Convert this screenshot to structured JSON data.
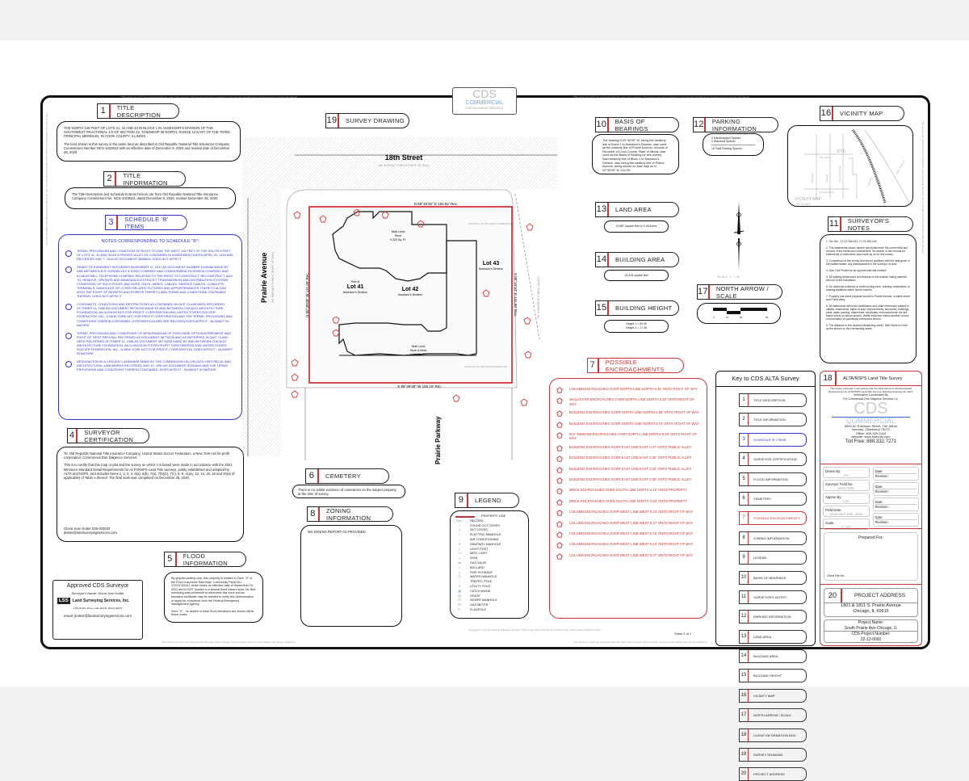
{
  "colors": {
    "accent_red": "#cc3333",
    "schedule_blue": "#3333cc",
    "frame": "#111111"
  },
  "logo": {
    "text": "CDS",
    "sub": "COMMERCIAL",
    "tag": "DUE DILIGENCE SERVICES"
  },
  "fine_print_top": "This survey is void if not embossed with the seal of the surveyor. This survey has been prepared for Commercial Due Diligence Services and is not to be reproduced.",
  "fine_print_bottom": "This survey is void if not embossed with the seal of the surveyor. Survey shown hereon is only valid for the parties certified to.",
  "side_note": "The survey was conducted and prepared by Land Surveying Services, Inc. on behalf of Commercial Due Diligence Services.",
  "s1": {
    "num": "1",
    "title": "TITLE DESCRIPTION",
    "text": "THE NORTH 126 FEET OF LOTS 41, 42 AND 43 IN BLOCK 1 IN ASSESSOR'S DIVISION OF THE SOUTHWEST FRACTIONAL 1/4 OF SECTION 22, TOWNSHIP 39 NORTH, RANGE 14 EAST OF THE THIRD PRINCIPAL MERIDIAN, IN COOK COUNTY, ILLINOIS.",
    "text2": "The land shown in this survey is the same land as described in Old Republic National Title Insurance Company Commitment Number NCS-1023612 with an effective date of December 9, 2020 and revised date of December 28, 2020."
  },
  "s2": {
    "num": "2",
    "title": "TITLE INFORMATION",
    "text": "The Title Description and Schedule B items hereon are from Old Republic National Title Insurance Company Commitment No. NCS-1023612, dated December 9, 2020, revised December 28, 2020."
  },
  "s3": {
    "num": "3",
    "title": "SCHEDULE 'B' ITEMS",
    "heading": "NOTES CORRESPONDING TO SCHEDULE \"B\":",
    "items": [
      "TERMS, PROVISIONS AND CONDITION OF RIGHT TO USE THE WEST 115 FEET OF THE SOUTH 8 FEET OF LOTS 41, 42 AND 43 AS A PRIVATE ALLEY AS CONTAINED IN AGREEMENT DATED APRIL 20, 1916 AND RECORDED MAY 7, 1916 AS DOCUMENT 5858616. DOES NOT AFFECT",
      "GRANT OF EASEMENT RECORDED NOVEMBER 12, 1917 AS DOCUMENT NUMBER 6196286 MADE BY AND BETWEEN R.R. DONNELLEY & SONS COMPANY AND COMMONWEALTH EDISON COMPANY AND ILLINOIS BELL TELEPHONE COMPANY RELATING TO THE RIGHT TO CONSTRUCT, RECONSTRUCT, ADD TO, REMOVE, OPERATE AND MAINTAIN ELECTRICITY TRANSMISSION AND DISTRIBUTION SYSTEMS CONSISTING OF SUCH POLES, ANCHORS, GUYS, WIRES, CABLES, SERVICE CABLES, CONDUITS, TERMINALS, MANHOLES OR OTHER RELATED FIXTURES AND APPURTENANCES THERETO ALONG WITH THE RIGHT OF INGRESS AND EGRESS THERETO AND TERMS AND CONDITIONS CONTAINED THEREIN. DOES NOT AFFECT",
      "COVENANTS, CONDITIONS AND RESTRICTIONS AS CONTAINED IN QUIT CLAIM DEED RECORDED OCTOBER 11, 1996 AS DOCUMENT 96776225 MADE BY AND BETWEEN CHICAGO ARCHITECTURE FOUNDATION, AN ILLINOIS NOT-FOR-PROFIT CORPORATION AND UNITED STATES SOCCER FEDERATION, INC., A NEW YORK NOT-FOR-PROFIT CORPORATION AND THE TERMS, PROVISIONS AND CONDITIONS THEREIN CONTAINED. (FOR PARTICULARS SEE RECORD) DOES AFFECT - BLANKET IN NATURE",
      "TERMS, PROVISIONS AND CONDITIONS OF MEMORANDUM OF PURCHASE OPTION AGREEMENT AND RIGHT OF FIRST REFUSAL RECORDED AS DOCUMENT 96776226 AND AS REFERRED IN QUIT CLAIM DEED RECORDED OCTOBER 11, 1996 AS DOCUMENT 96776225 MADE BY AND BETWEEN CHICAGO ARCHITECTURE FOUNDATION, AN ILLINOIS NOT-FOR-PROFIT CORPORATION AND UNITED STATES SOCCER FEDERATION, INC., A NEW YORK NOT-FOR-PROFIT CORPORATION. DOES AFFECT - BLANKET IN NATURE",
      "DESIGNATION AS A CHICAGO LANDMARK MADE BY THE COMMISSION ON CHICAGO HISTORICAL AND ARCHITECTURAL LANDMARKS RECORDED MAY 10, 1990 AS DOCUMENT 90216643 AND THE TERMS, PROVISIONS AND CONDITIONS THEREIN CONTAINED. DOES AFFECT - BLANKET IN NATURE"
    ]
  },
  "s4": {
    "num": "4",
    "title": "SURVEYOR CERTIFICATION",
    "addressees": "To: Old Republic National Title Insurance Company; United States Soccer Federation, a New York not-for-profit corporation; Commercial Due Diligence Services:",
    "text": "This is to certify that this map or plat and the survey on which it is based were made in accordance with the 2021 Minimum Standard Detail Requirements for ALTA/NSPS Land Title Surveys, jointly established and adopted by ALTA and NSPS, and includes Items 1, 2, 3, 4, 6(a), 6(b), 7(a), 7(b)(1), 7(c), 8, 9, 11(a), 13, 14, 16, 18 and 20(a) (if applicable) of Table A thereof. The field work was completed on December 29, 2020.",
    "signer": "Gloria Jean Kotter 035-003033",
    "email": "jkotter@landsurveyingservices.com"
  },
  "s5": {
    "num": "5",
    "title": "FLOOD INFORMATION",
    "text": "By graphic plotting only, this property is located in Zone \"X\" of the Flood Insurance Rate Map, Community Panel No. 17031C0510J, which bears an effective date of September 10, 2021 and is NOT located in a special flood hazard area. No field surveying was performed to determine this zone and an elevation certificate may be needed to verify this determination or apply for a variance from the Federal Emergency Management Agency.",
    "zone_note": "Zone \"X\" - no depths or base flood elevations are shown within these zones."
  },
  "approved": {
    "title": "Approved CDS Surveyor",
    "surveyor": "Surveyor's Name: Gloria Jean Kotter",
    "company": "Land Surveying Services, Inc.",
    "logo": "LSS",
    "address": "1751 Rettler Drive, Lake Zurich, Illinois 60047",
    "email": "email: jkotter@landsurveyingservices.com"
  },
  "s6": {
    "num": "6",
    "title": "CEMETERY",
    "text": "There is no visible evidence of cemeteries on the subject property at the time of survey."
  },
  "s7": {
    "num": "7",
    "title": "POSSIBLE ENCROACHMENTS",
    "items": [
      "COLUMN ENCROACHES OVER NORTH LINE NORTH 0.46' ONTO RIGHT OF WAY",
      "WALL/STAIR ENCROACHES OVER NORTH LINE NORTH 0.50' ONTO RIGHT OF WAY",
      "BUILDING ENCROACHES OVER NORTH LINE NORTH 0.80' ONTO RIGHT OF WAY",
      "BUILDING ENCROACHES OVER NORTH LINE NORTH 0.74' ONTO RIGHT OF WAY",
      "BAY WINDOW ENCROACHES OVER NORTH LINE NORTH 0.43' ONTO RIGHT OF WAY",
      "BUILDING ENCROACHES OVER EAST LINE EAST 0.47' ONTO PUBLIC ALLEY",
      "BUILDING ENCROACHES OVER EAST LINE EAST 0.45' ONTO PUBLIC ALLEY",
      "BUILDING ENCROACHES OVER EAST LINE EAST 0.25' ONTO PUBLIC ALLEY",
      "BUILDING ENCROACHES OVER EAST LINE EAST 0.35' ONTO PUBLIC ALLEY",
      "BRICK ENCROACHES OVER SOUTH LINE NORTH 0.10' ONTO PROPERTY",
      "BRICK ENCROACHES OVER SOUTH LINE NORTH 0.62' ONTO PROPERTY",
      "COLUMN ENCROACHES OVER WEST LINE WEST 0.23' ONTO RIGHT OF WAY",
      "COLUMN ENCROACHES OVER WEST LINE WEST 0.27' ONTO RIGHT OF WAY",
      "COLUMN ENCROACHES OVER WEST LINE WEST 0.16' ONTO RIGHT OF WAY",
      "COLUMN ENCROACHES OVER WEST LINE WEST 0.04' ONTO RIGHT OF WAY",
      "COLUMN ENCROACHES OVER WEST LINE WEST 0.07' ONTO RIGHT OF WAY"
    ]
  },
  "s8": {
    "num": "8",
    "title": "ZONING INFORMATION",
    "text": "NO ZONING REPORT AS PROVIDED"
  },
  "s9": {
    "num": "9",
    "title": "LEGEND",
    "property_line": "PROPERTY LINE",
    "items": [
      {
        "sym": "Rec.",
        "label": "RECORD"
      },
      {
        "sym": "+",
        "label": "FOUND CUT CROSS"
      },
      {
        "sym": "o",
        "label": "SET CROSS"
      },
      {
        "sym": "□",
        "label": "ELECTRIC MANHOLE"
      },
      {
        "sym": "▫",
        "label": "AIR CONDITIONING"
      },
      {
        "sym": "⊛",
        "label": "SANITARY MANHOLE"
      },
      {
        "sym": "☼",
        "label": "LIGHT POST"
      },
      {
        "sym": "⊶",
        "label": "MISC LIGHT"
      },
      {
        "sym": "⊥",
        "label": "SIGN"
      },
      {
        "sym": "⋈",
        "label": "GAS VALVE"
      },
      {
        "sym": "o",
        "label": "BOLLARD"
      },
      {
        "sym": "△",
        "label": "FIRE HYDRANT"
      },
      {
        "sym": "◎",
        "label": "WATER MANHOLE"
      },
      {
        "sym": "◌",
        "label": "TRAFFIC POLE"
      },
      {
        "sym": "⊙",
        "label": "UTILITY POLE"
      },
      {
        "sym": "▦",
        "label": "CATCH BASIN"
      },
      {
        "sym": "▤",
        "label": "GRATE"
      },
      {
        "sym": "⊡",
        "label": "SEWER MANHOLE"
      },
      {
        "sym": "⊟",
        "label": "GAS METER"
      },
      {
        "sym": "⊢",
        "label": "FLAGPOLE"
      }
    ]
  },
  "s10": {
    "num": "10",
    "title": "BASIS OF BEARINGS",
    "text": "The bearing N 00°30'09\" W, being the westerly line of Block 1 in Assessor's Division, was used as the easterly line of Prairie Avenue, records of Recorder of Cook County, State of Illinois, was used as the Basis of Bearing for this survey. Said westerly line of Block 1 in Assessor's Division, also being the easterly line of Prairie Avenue, being shown on said map as N 00°30'09\" W 131.05'."
  },
  "s11": {
    "num": "11",
    "title": "SURVEYOR'S NOTES",
    "items": [
      "1. Tax IDs - 17-22-306-041, 17-22-306-042",
      "2. The easements shown hereon are plotted from the current title and records of the mentioned commitment. No search of the records for easements or restrictions was made by us for this survey.",
      "3. Comparison of the survey and record positions with the data given in the platted stated: any discrepancies in the surveyor of area.",
      "4. Auto Cad Plotted as an approximate site location.",
      "5. All building dimensions and features to the exterior siding material and not to the foundation.",
      "6. No observed evidence of earth moving work, building construction or building additions within recent months.",
      "7. Property has direct physical access to Prairie Avenue, a public street and Public Alley.",
      "8. All statements within the certification and other references related to utilities, easements, rights-of-way, improvements, structures, buildings, parts, walls, parking, easements, servitudes, encroachments, etc are based solely on above ground, visible evidence unless another source of information is specifically referenced hereon.",
      "9. The distance to the nearest intersecting street: 18th Street is 0 feet as the shown on the intersecting street."
    ]
  },
  "s12": {
    "num": "12",
    "title": "PARKING INFORMATION",
    "lines": [
      "0 Handicapped Spaces",
      "0 Standard Spaces"
    ],
    "total": "15 Total Parking Spaces"
  },
  "s13": {
    "num": "13",
    "title": "LAND AREA",
    "text": "19,687 square feet or 0.45 Acres"
  },
  "s14": {
    "num": "14",
    "title": "BUILDING AREA",
    "text": "18,918 square feet"
  },
  "s15": {
    "num": "15",
    "title": "BUILDING HEIGHT",
    "lines": [
      "Height 1 = 54.08",
      "Height 2 = 17.38"
    ]
  },
  "s16": {
    "num": "16",
    "title": "VICINITY MAP",
    "map_title": "VICINITY MAP",
    "map_scale": "NO SCALE",
    "streets": [
      "18th Street",
      "Cermak Road",
      "Indiana",
      "Michigan",
      "Prairie Parkway",
      "Calumet",
      "Lake Shore Dr"
    ],
    "site": "SITE"
  },
  "s17": {
    "num": "17",
    "title": "NORTH ARROW / SCALE",
    "scale_text": "SCALE: 1\" = 30'",
    "ticks": [
      "0",
      "15",
      "30",
      "60"
    ]
  },
  "s18": {
    "num": "18",
    "title": "ALTA/NSPS Land Title Survey",
    "intro": "This survey prepared in accordance with the 2021 Minimum Standard Detail Requirements for ALTA/NSPS Land Title Surveys. Effective February 23, 2021.",
    "prepared_by": "Information Coordinated By",
    "by": "For Commercial Due Diligence Services Co.",
    "address1": "5500 W. Robinson Street, The Jiffner",
    "address2": "Norman, Oklahoma 73072",
    "office": "Office: 405-320-2444",
    "website": "website: www.frsecrds.com",
    "tollfree": "Toll Free: 888.332.7271",
    "fields": [
      {
        "label": "Drawn By:",
        "value": "GH"
      },
      {
        "label": "Surveyor Field No:",
        "value": "0000-0000"
      },
      {
        "label": "Approv By:",
        "value": "GJK"
      },
      {
        "label": "Field Date:",
        "value": "December 29th, 2020"
      },
      {
        "label": "Scale:",
        "value": "1\"=30'"
      }
    ],
    "revisions": [
      {
        "date": "Date:",
        "rev": "Revision:"
      },
      {
        "date": "Date:",
        "rev": "Revision:"
      },
      {
        "date": "Date:",
        "rev": "Revision:"
      },
      {
        "date": "Date:",
        "rev": "Revision:"
      }
    ],
    "prepared_for": "Prepared For:",
    "client_file": "Client File No:"
  },
  "s19": {
    "num": "19",
    "title": "SURVEY DRAWING"
  },
  "s20": {
    "num": "20",
    "title": "PROJECT ADDRESS",
    "address1": "1801 & 1811 S. Prairie Avenue",
    "address2": "Chicago, IL 60616",
    "project_name_label": "Project Name:",
    "project_name": "South Prairie Ave-Chicago, IL",
    "project_number_label": "CDS Project Number:",
    "project_number": "22-12-0092"
  },
  "key": {
    "title": "Key to CDS ALTA Survey",
    "items": [
      "TITLE DESCRIPTION",
      "TITLE INFORMATION",
      "SCHEDULE 'B' ITEMS",
      "SURVEYOR CERTIFICATION",
      "FLOOD INFORMATION",
      "CEMETERY",
      "POSSIBLE ENCROACHMENTS",
      "ZONING INFORMATION",
      "LEGEND",
      "BASIS OF BEARINGS",
      "SURVEYOR'S NOTES",
      "PARKING INFORMATION",
      "LAND AREA",
      "BUILDING AREA",
      "BUILDING HEIGHT",
      "VICINITY MAP",
      "NORTH ARROW / SCALE",
      "CLIENT INFORMATION BOX",
      "SURVEY DRAWING",
      "PROJECT ADDRESS"
    ]
  },
  "drawing": {
    "street_north": "18th Street",
    "street_north_sub": "(66' ASPHALT PUBLIC RIGHT OF WAY)",
    "street_west": "Prairie Avenue",
    "street_west_sub": "(66' ASPHALT PUBLIC RIGHT OF WAY)",
    "street_south": "Prairie Parkway",
    "alley": "(16' CONCRETE PUBLIC ALLEY)",
    "north_line": "N 89°49'30\" E 150.82' Rec.",
    "south_line": "S 89°49'30\" W 150.10' Rec.",
    "west_line": "N 00°30'09\" W 131.05' Rec.",
    "east_line": "S 00°10'10\" E 131.09' Rec.",
    "lot41": "Lot 41",
    "lot42": "Lot 42",
    "lot43": "Lot 43",
    "part_of": "Part of",
    "assessor": "Assessor's Division",
    "bldg1": [
      "Multi Level",
      "Store",
      "9,325 Sq. Ft."
    ],
    "bldg2": [
      "Multi Level",
      "Store & Work",
      "9,593 Sq. Ft."
    ],
    "neighbor_n": "CHICAGO US SOCCER FOUNDATION",
    "neighbor_s": "CHICAGO US SOCCER FOUNDATION"
  },
  "sheet": {
    "label": "Sheet",
    "value": "1 of 1"
  },
  "copyright": "Copyright © Commercial Due Diligence Services. This survey was made for the exclusive use of the parties certified hereon."
}
